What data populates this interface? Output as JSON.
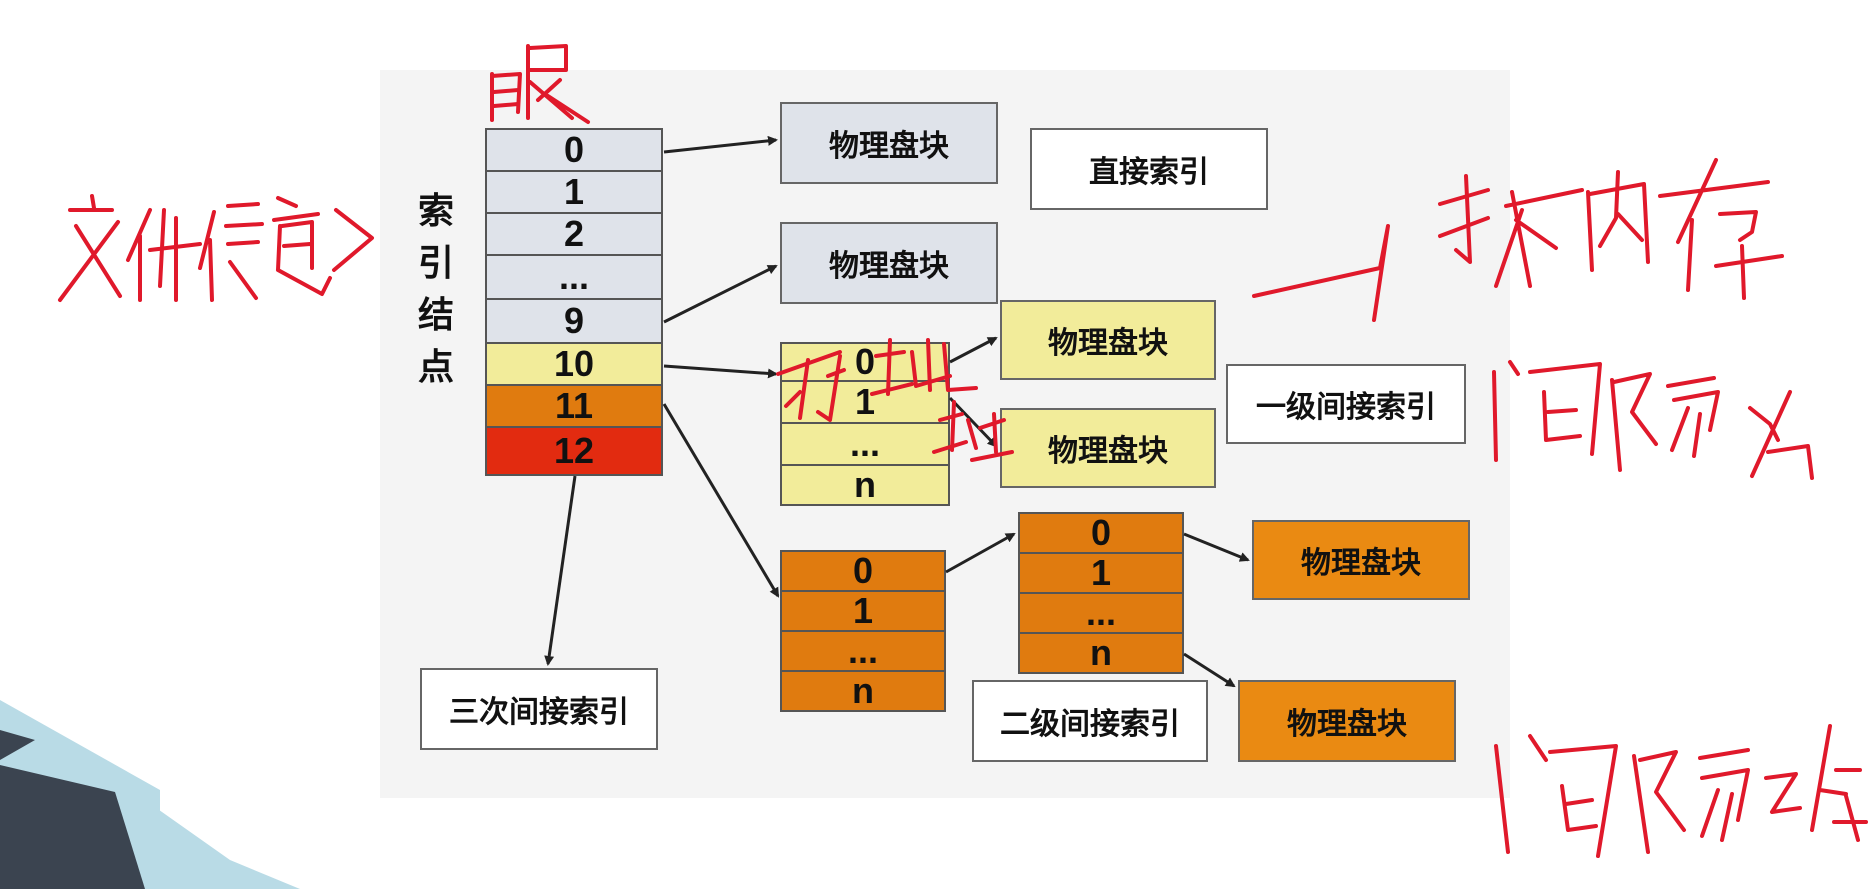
{
  "index_node": {
    "label_chars": [
      "索",
      "引",
      "结",
      "点"
    ],
    "entries": [
      "0",
      "1",
      "2",
      "...",
      "9",
      "10",
      "11",
      "12"
    ]
  },
  "boxes": {
    "physical_block": "物理盘块",
    "direct_index": "直接索引",
    "single_indirect": "一级间接索引",
    "double_indirect": "二级间接索引",
    "triple_indirect": "三次间接索引"
  },
  "single_indirect_block": [
    "0",
    "1",
    "...",
    "n"
  ],
  "double_indirect_block_a": [
    "0",
    "1",
    "...",
    "n"
  ],
  "double_indirect_block_b": [
    "0",
    "1",
    "...",
    "n"
  ],
  "annotations": {
    "file_info": "文件信息→",
    "above_table": "眼",
    "store_address": "存地址",
    "expand_memory": "→ 扩大内存",
    "one_layer": "间隔1层",
    "two_layers": "间隔2层"
  },
  "colors": {
    "direct": "#dfe3ea",
    "single": "#f2ec9a",
    "double": "#e07b0f",
    "triple": "#e22b10",
    "ink": "#e0192b"
  }
}
